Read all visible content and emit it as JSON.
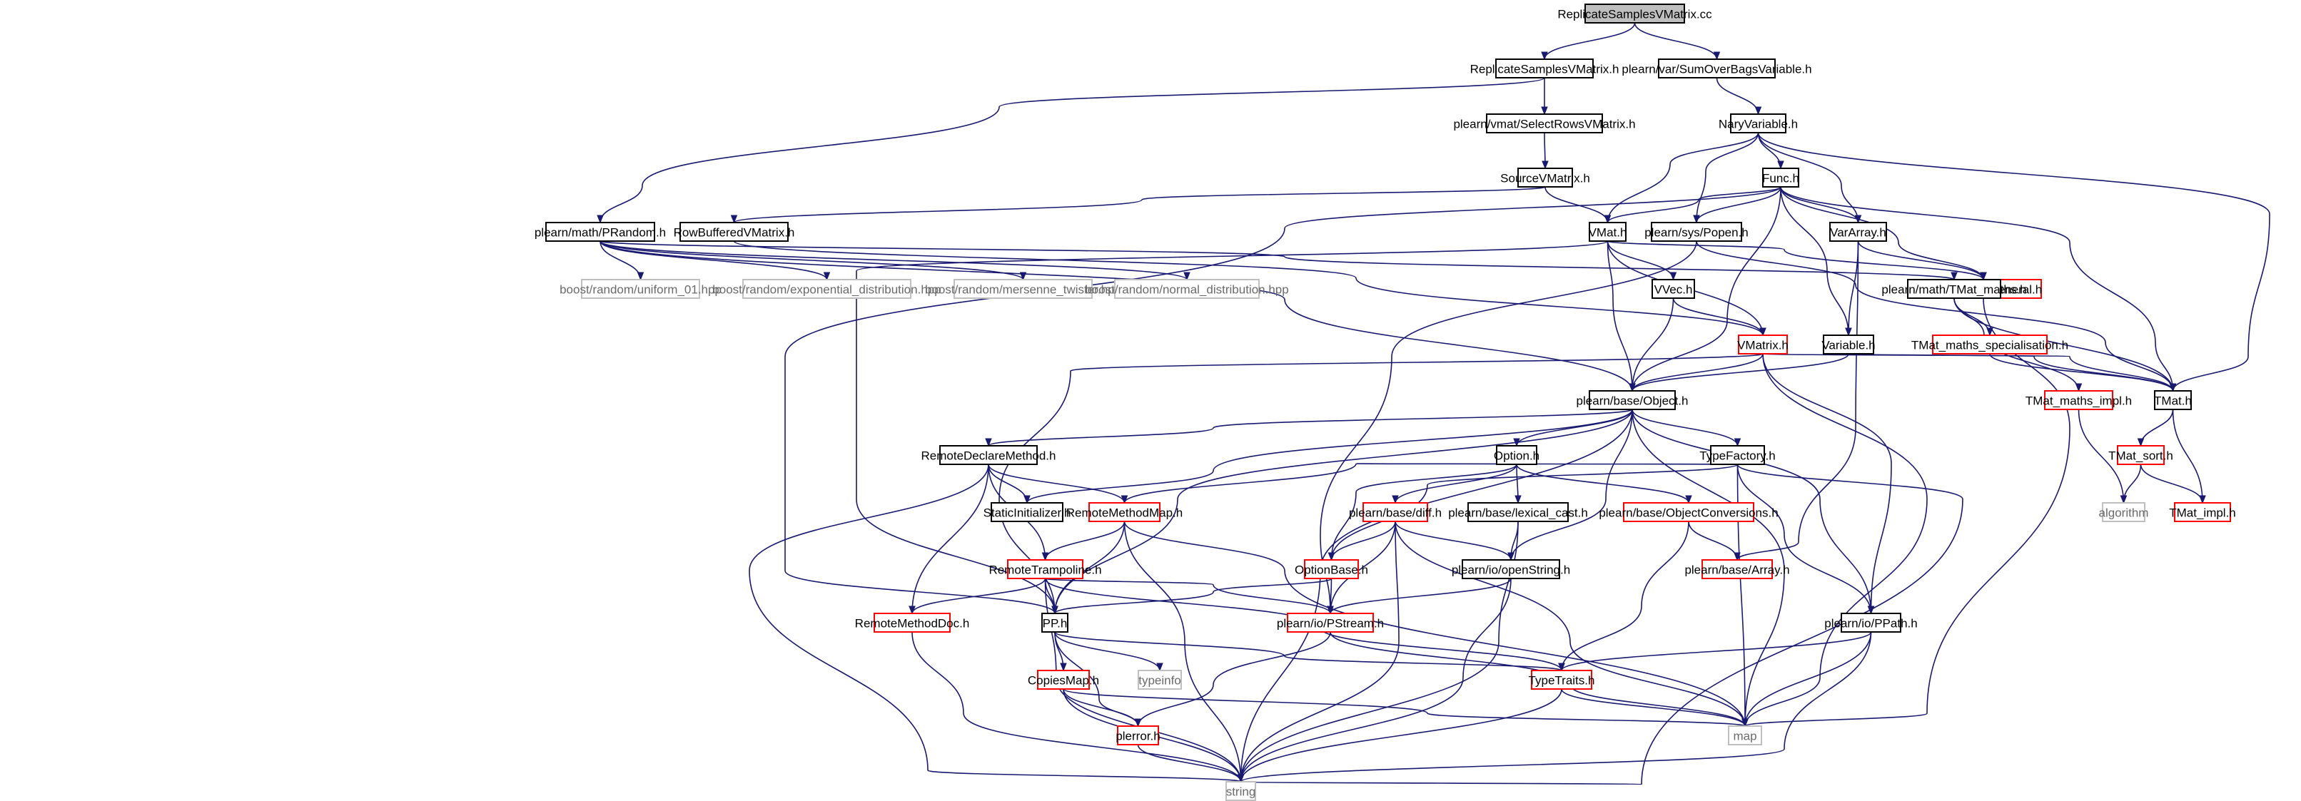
{
  "diagram": {
    "nodes": [
      {
        "id": "root",
        "label": "ReplicateSamplesVMatrix.cc",
        "kind": "root"
      },
      {
        "id": "rsvm",
        "label": "ReplicateSamplesVMatrix.h",
        "kind": "normal"
      },
      {
        "id": "sobv",
        "label": "plearn/var/SumOverBagsVariable.h",
        "kind": "normal"
      },
      {
        "id": "srvm",
        "label": "plearn/vmat/SelectRowsVMatrix.h",
        "kind": "normal"
      },
      {
        "id": "nary",
        "label": "NaryVariable.h",
        "kind": "normal"
      },
      {
        "id": "svm",
        "label": "SourceVMatrix.h",
        "kind": "normal"
      },
      {
        "id": "func",
        "label": "Func.h",
        "kind": "normal"
      },
      {
        "id": "prand",
        "label": "plearn/math/PRandom.h",
        "kind": "normal"
      },
      {
        "id": "rbvm",
        "label": "RowBufferedVMatrix.h",
        "kind": "normal"
      },
      {
        "id": "vmat",
        "label": "VMat.h",
        "kind": "normal"
      },
      {
        "id": "popen",
        "label": "plearn/sys/Popen.h",
        "kind": "normal"
      },
      {
        "id": "vararr",
        "label": "VarArray.h",
        "kind": "normal"
      },
      {
        "id": "general",
        "label": "plearn/base/general.h",
        "kind": "red"
      },
      {
        "id": "uni01",
        "label": "boost/random/uniform_01.hpp",
        "kind": "grey"
      },
      {
        "id": "expd",
        "label": "boost/random/exponential_distribution.hpp",
        "kind": "grey"
      },
      {
        "id": "mt",
        "label": "boost/random/mersenne_twister.hpp",
        "kind": "grey"
      },
      {
        "id": "normd",
        "label": "boost/random/normal_distribution.hpp",
        "kind": "grey"
      },
      {
        "id": "tmaths",
        "label": "plearn/math/TMat_maths.h",
        "kind": "normal"
      },
      {
        "id": "vvec",
        "label": "VVec.h",
        "kind": "normal"
      },
      {
        "id": "tmspec",
        "label": "TMat_maths_specialisation.h",
        "kind": "red"
      },
      {
        "id": "vmatrix",
        "label": "VMatrix.h",
        "kind": "red"
      },
      {
        "id": "variable",
        "label": "Variable.h",
        "kind": "normal"
      },
      {
        "id": "object",
        "label": "plearn/base/Object.h",
        "kind": "normal"
      },
      {
        "id": "tmimpl",
        "label": "TMat_maths_impl.h",
        "kind": "red"
      },
      {
        "id": "tmat",
        "label": "TMat.h",
        "kind": "normal"
      },
      {
        "id": "rdm",
        "label": "RemoteDeclareMethod.h",
        "kind": "normal"
      },
      {
        "id": "option",
        "label": "Option.h",
        "kind": "normal"
      },
      {
        "id": "typef",
        "label": "TypeFactory.h",
        "kind": "normal"
      },
      {
        "id": "tsort",
        "label": "TMat_sort.h",
        "kind": "red"
      },
      {
        "id": "statinit",
        "label": "StaticInitializer.h",
        "kind": "normal"
      },
      {
        "id": "rmm",
        "label": "RemoteMethodMap.h",
        "kind": "red"
      },
      {
        "id": "diff",
        "label": "plearn/base/diff.h",
        "kind": "red"
      },
      {
        "id": "lexcast",
        "label": "plearn/base/lexical_cast.h",
        "kind": "normal"
      },
      {
        "id": "objconv",
        "label": "plearn/base/ObjectConversions.h",
        "kind": "red"
      },
      {
        "id": "algorithm",
        "label": "algorithm",
        "kind": "grey"
      },
      {
        "id": "timpl",
        "label": "TMat_impl.h",
        "kind": "red"
      },
      {
        "id": "rtramp",
        "label": "RemoteTrampoline.h",
        "kind": "red"
      },
      {
        "id": "optbase",
        "label": "OptionBase.h",
        "kind": "red"
      },
      {
        "id": "openstr",
        "label": "plearn/io/openString.h",
        "kind": "normal"
      },
      {
        "id": "array",
        "label": "plearn/base/Array.h",
        "kind": "red"
      },
      {
        "id": "rmdoc",
        "label": "RemoteMethodDoc.h",
        "kind": "red"
      },
      {
        "id": "pp",
        "label": "PP.h",
        "kind": "normal"
      },
      {
        "id": "pstream",
        "label": "plearn/io/PStream.h",
        "kind": "red"
      },
      {
        "id": "ppath",
        "label": "plearn/io/PPath.h",
        "kind": "normal"
      },
      {
        "id": "typeinfo",
        "label": "typeinfo",
        "kind": "grey"
      },
      {
        "id": "copiesmap",
        "label": "CopiesMap.h",
        "kind": "red"
      },
      {
        "id": "typetraits",
        "label": "TypeTraits.h",
        "kind": "red"
      },
      {
        "id": "perror",
        "label": "plerror.h",
        "kind": "red"
      },
      {
        "id": "map",
        "label": "map",
        "kind": "grey"
      },
      {
        "id": "string",
        "label": "string",
        "kind": "grey"
      }
    ]
  },
  "colors": {
    "edge": "#191970",
    "root_fill": "#bfbfbf",
    "normal_border": "#000000",
    "red_border": "#ff0000",
    "grey_border": "#bfbfbf",
    "grey_text": "#6a6a6a"
  }
}
